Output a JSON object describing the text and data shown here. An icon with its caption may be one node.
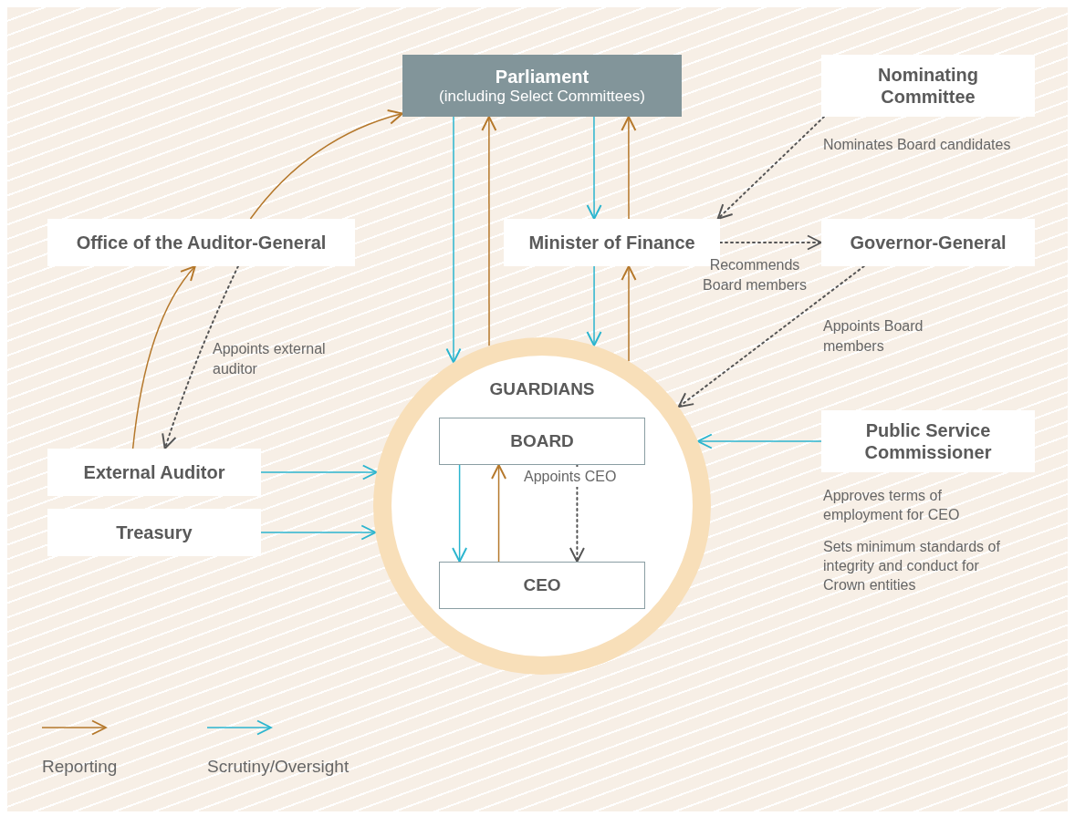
{
  "diagram": {
    "nodes": [
      {
        "text": [
          "Parliament",
          "(including Select Committees)"
        ]
      },
      {
        "text": [
          "Nominating Committee"
        ]
      },
      {
        "text": [
          "Office of the Auditor-General"
        ]
      },
      {
        "text": [
          "Minister of Finance"
        ]
      },
      {
        "text": [
          "Governor-General"
        ]
      },
      {
        "text": [
          "GUARDIANS"
        ]
      },
      {
        "text": [
          "BOARD"
        ],
        "in": 5
      },
      {
        "text": [
          "CEO"
        ],
        "in": 5
      },
      {
        "text": [
          "External Auditor"
        ]
      },
      {
        "text": [
          "Treasury"
        ]
      },
      {
        "text": [
          "Public Service Commissioner"
        ],
        "beside": [
          "Approves terms of employment for CEO",
          "Sets minimum standards of integrity and conduct for Crown entities"
        ]
      }
    ],
    "edges": [
      {
        "from": 0,
        "to": 5,
        "arrow": "to"
      },
      {
        "from": 5,
        "to": 0,
        "arrow": "to",
        "color": "#b5782b"
      },
      {
        "from": 0,
        "to": 3,
        "arrow": "to"
      },
      {
        "from": 3,
        "to": 0,
        "arrow": "to",
        "color": "#b5782b"
      },
      {
        "from": 3,
        "to": 5,
        "arrow": "to"
      },
      {
        "from": 5,
        "to": 3,
        "arrow": "to",
        "color": "#b5782b"
      },
      {
        "from": 2,
        "to": 0,
        "arrow": "to",
        "color": "#b5782b"
      },
      {
        "from": 8,
        "to": 2,
        "arrow": "to",
        "color": "#b5782b"
      },
      {
        "from": 2,
        "to": 8,
        "arrow": "to",
        "style": "dashed",
        "color": "#555555",
        "label": "Appoints external auditor"
      },
      {
        "from": 1,
        "to": 3,
        "arrow": "to",
        "style": "dashed",
        "color": "#555555",
        "label": "Nominates Board candidates"
      },
      {
        "from": 3,
        "to": 4,
        "arrow": "to",
        "style": "dashed",
        "color": "#555555",
        "label": "Recommends Board members"
      },
      {
        "from": 4,
        "to": 5,
        "arrow": "to",
        "style": "dashed",
        "color": "#555555",
        "label": "Appoints Board members"
      },
      {
        "from": 8,
        "to": 5,
        "arrow": "to"
      },
      {
        "from": 9,
        "to": 5,
        "arrow": "to"
      },
      {
        "from": 10,
        "to": 5,
        "arrow": "to"
      },
      {
        "from": 6,
        "to": 7,
        "arrow": "to"
      },
      {
        "from": 7,
        "to": 6,
        "arrow": "to",
        "color": "#b5782b"
      },
      {
        "from": 6,
        "to": 7,
        "arrow": "to",
        "style": "dashed",
        "color": "#555555",
        "label": "Appoints CEO"
      }
    ],
    "legend": [
      {
        "text": "Reporting"
      },
      {
        "text": "Scrutiny/Oversight"
      }
    ]
  }
}
